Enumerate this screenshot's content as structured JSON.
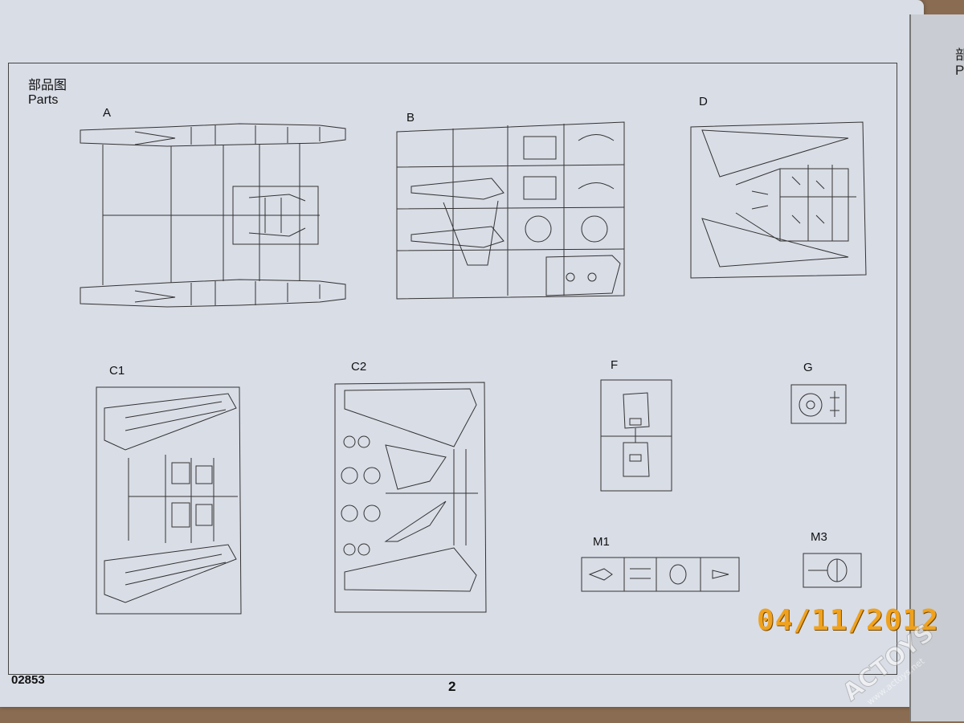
{
  "page": {
    "title_cn": "部品图",
    "title_en": "Parts",
    "product_code": "02853",
    "page_number": "2",
    "next_page_fragment": [
      "部",
      "P"
    ]
  },
  "sprues": [
    {
      "id": "A",
      "label": "A"
    },
    {
      "id": "B",
      "label": "B"
    },
    {
      "id": "D",
      "label": "D"
    },
    {
      "id": "C1",
      "label": "C1"
    },
    {
      "id": "C2",
      "label": "C2"
    },
    {
      "id": "F",
      "label": "F"
    },
    {
      "id": "G",
      "label": "G"
    },
    {
      "id": "M1",
      "label": "M1"
    },
    {
      "id": "M3",
      "label": "M3"
    }
  ],
  "date_stamp": "04/11/2012",
  "watermark": {
    "text": "ACTOYS",
    "url": "www.actoys.net",
    "icon": "actoys-logo"
  },
  "colors": {
    "paper": "#d9dde6",
    "ink": "#333333",
    "stamp": "#f0a21e",
    "background": "#8a6c52"
  }
}
